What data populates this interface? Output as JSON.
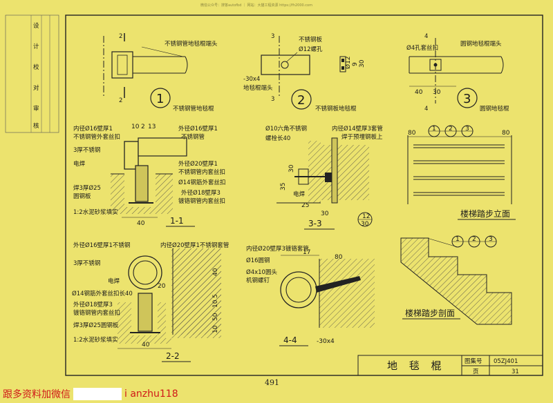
{
  "header_note": "微信公众号：搜答autofbd ｜ 网站：大猫工程资源 https://fh2000.com",
  "title_block": {
    "title": "地  毯  棍",
    "atlas_label": "图集号",
    "atlas_no": "05ZJ401",
    "page_label": "页",
    "page_no": "31"
  },
  "page_number": "491",
  "watermark": {
    "left": "跟多资料加微信",
    "right": "i anzhu118"
  },
  "detail_1": {
    "number": "1",
    "label_head": "不锈钢管地毯棍端头",
    "caption": "不锈钢管地毯棍",
    "sec_a": "2",
    "sec_b": "2"
  },
  "detail_2": {
    "number": "2",
    "label_plate": "不锈钢板",
    "label_hole": "Ø12螺孔",
    "label_flat": "-30x4",
    "label_end": "地毯棍端头",
    "caption": "不锈钢板地毯棍",
    "sec_a": "3",
    "sec_b": "3",
    "d1": "Ø12",
    "d2": "9",
    "d3": "30"
  },
  "detail_3": {
    "number": "3",
    "label_hole": "Ø4孔套丝扣",
    "label_head": "圆钢地毯棍端头",
    "caption": "圆钢地毯棍",
    "sec_a": "4",
    "sec_b": "4",
    "d1": "40",
    "d2": "30"
  },
  "section_1_1": {
    "title": "1-1",
    "l1": "内径Ø16壁厚1",
    "l2": "不锈钢管外套丝扣",
    "l3": "3厚不锈钢",
    "l4": "电焊",
    "l5": "焊3厚Ø25",
    "l6": "圆钢板",
    "l7": "1:2水泥砂浆填实",
    "r1": "外径Ø16壁厚1",
    "r2": "不锈钢管",
    "r3": "外径Ø20壁厚1",
    "r4": "不锈钢管内套丝扣",
    "r5": "Ø14钢筋外套丝扣",
    "r6": "外径Ø18壁厚3",
    "r7": "镀铬钢管内套丝扣",
    "d1": "10",
    "d2": "2",
    "d3": "13",
    "d4": "40"
  },
  "section_2_2": {
    "title": "2-2",
    "l1": "外径Ø16壁厚1不锈钢",
    "l2": "3厚不锈钢",
    "l3": "电焊",
    "l4": "Ø14钢筋外套丝扣长40",
    "l5": "外径Ø18壁厚3",
    "l6": "镀铬钢管内套丝扣",
    "l7": "焊3厚Ø25圆钢板",
    "l8": "1:2水泥砂浆填实",
    "r1": "内径Ø20壁厚1不锈钢套管",
    "d1": "20",
    "d2": "40",
    "d3": "5",
    "d4": "10",
    "d5": "50",
    "d6": "10",
    "d7": "40"
  },
  "section_3_3": {
    "title": "3-3",
    "l1": "Ø10六角不锈钢",
    "l2": "螺栓长40",
    "l3": "电焊",
    "r1": "内径Ø14壁厚3套管",
    "r2": "焊于预埋钢板上",
    "d1": "30",
    "d2": "35",
    "d3": "25",
    "d4": "30",
    "d5": "12",
    "d6": "30"
  },
  "section_4_4": {
    "title": "4-4",
    "l1": "内径Ø20壁厚3镀铬套管",
    "l2": "Ø16圆钢",
    "l3": "Ø4x10圆头",
    "l4": "机钢螺钉",
    "d1": "17",
    "d2": "80",
    "d3": "-30x4"
  },
  "elevation": {
    "title": "楼梯踏步立面",
    "d1": "80",
    "d2": "80",
    "c1": "1",
    "c2": "2",
    "c3": "3"
  },
  "profile": {
    "title": "楼梯踏步剖面",
    "c1": "1",
    "c2": "2",
    "c3": "3"
  },
  "left_strip": [
    "设",
    "计",
    "校",
    "对",
    "审",
    "核"
  ],
  "colors": {
    "paper": "#ece36e",
    "ink": "#1a1a1a",
    "watermark": "#d01818"
  }
}
